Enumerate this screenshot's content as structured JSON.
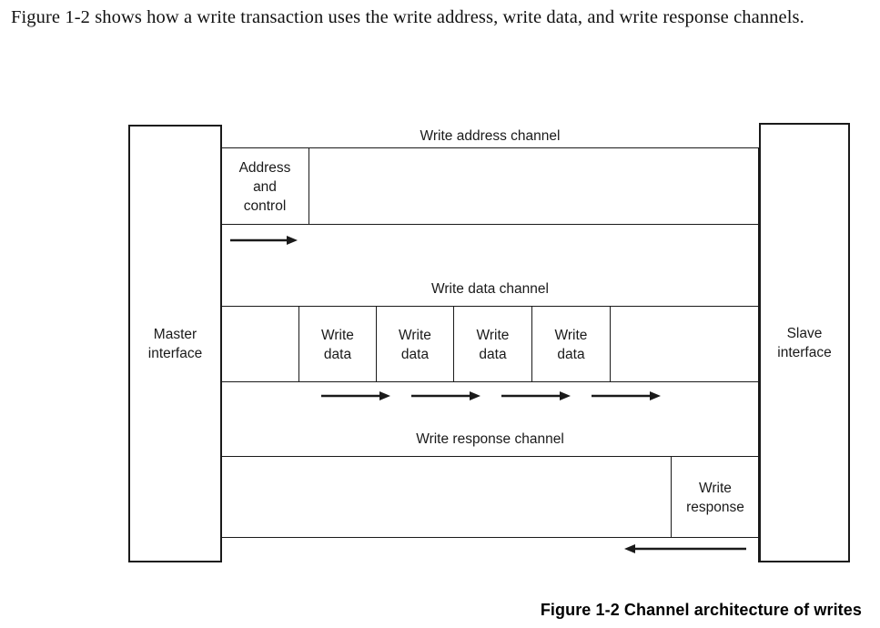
{
  "intro": {
    "text": "Figure 1-2 shows how a write transaction uses the write address, write data, and write response channels."
  },
  "figure": {
    "caption": "Figure 1-2 Channel architecture of writes",
    "master": {
      "label": "Master\ninterface"
    },
    "slave": {
      "label": "Slave\ninterface"
    },
    "channels": [
      {
        "title": "Write address channel",
        "cells": [
          {
            "label": "Address\nand\ncontrol"
          }
        ],
        "arrows": [
          {
            "direction": "right"
          }
        ]
      },
      {
        "title": "Write data channel",
        "cells": [
          {
            "label": "Write\ndata"
          },
          {
            "label": "Write\ndata"
          },
          {
            "label": "Write\ndata"
          },
          {
            "label": "Write\ndata"
          }
        ],
        "arrows": [
          {
            "direction": "right"
          },
          {
            "direction": "right"
          },
          {
            "direction": "right"
          },
          {
            "direction": "right"
          }
        ]
      },
      {
        "title": "Write response channel",
        "cells": [
          {
            "label": "Write\nresponse"
          }
        ],
        "arrows": [
          {
            "direction": "left"
          }
        ]
      }
    ],
    "colors": {
      "stroke": "#1a1a1a",
      "text": "#1a1a1a",
      "background": "#ffffff"
    }
  }
}
